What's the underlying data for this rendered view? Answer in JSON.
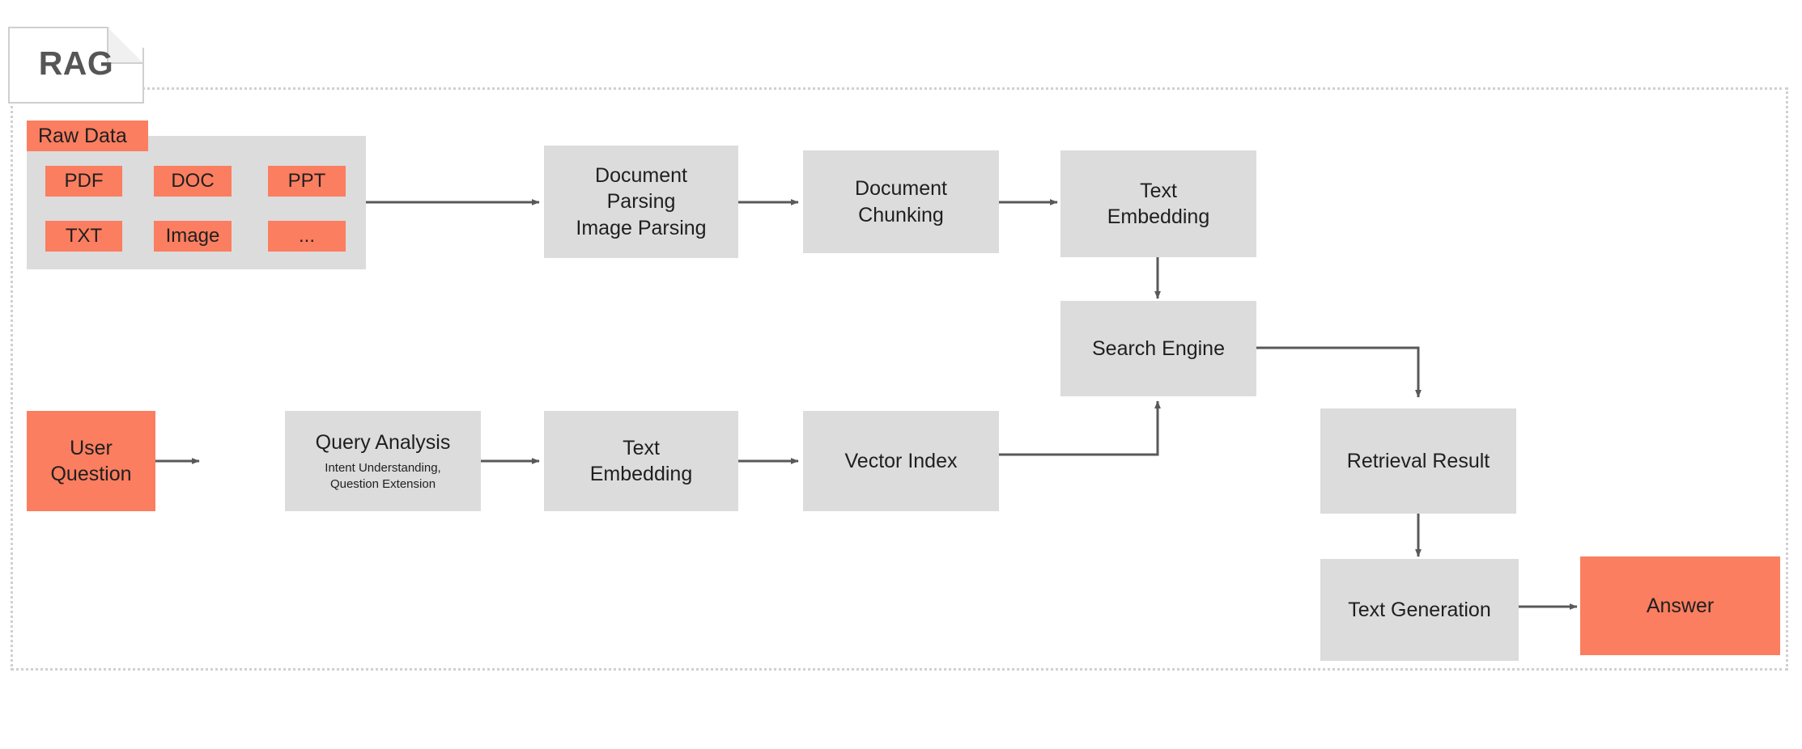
{
  "diagram": {
    "title": "RAG",
    "colors": {
      "accent_salmon": "#fb7e60",
      "node_gray": "#dcdcdc",
      "connector_gray": "#595959",
      "border_dotted": "#d0d0d0",
      "title_text": "#565656",
      "body_text": "#1f1f1f"
    },
    "raw_data": {
      "label": "Raw Data",
      "chips": [
        "PDF",
        "DOC",
        "PPT",
        "TXT",
        "Image",
        "..."
      ]
    },
    "nodes": {
      "document_parsing": {
        "line1": "Document",
        "line2": "Parsing",
        "line3": "Image Parsing"
      },
      "document_chunking": {
        "line1": "Document",
        "line2": "Chunking"
      },
      "text_embedding_top": {
        "line1": "Text",
        "line2": "Embedding"
      },
      "search_engine": {
        "label": "Search Engine"
      },
      "user_question": {
        "label": "User Question"
      },
      "query_analysis": {
        "label": "Query Analysis",
        "sub_line1": "Intent Understanding,",
        "sub_line2": "Question Extension"
      },
      "text_embedding_bottom": {
        "line1": "Text",
        "line2": "Embedding"
      },
      "vector_index": {
        "label": "Vector Index"
      },
      "retrieval_result": {
        "label": "Retrieval Result"
      },
      "text_generation": {
        "label": "Text Generation"
      },
      "answer": {
        "label": "Answer"
      }
    },
    "edges": [
      {
        "from": "raw-data-group",
        "to": "document-parsing"
      },
      {
        "from": "document-parsing",
        "to": "document-chunking"
      },
      {
        "from": "document-chunking",
        "to": "text-embedding-top"
      },
      {
        "from": "text-embedding-top",
        "to": "search-engine"
      },
      {
        "from": "search-engine",
        "to": "retrieval-result"
      },
      {
        "from": "user-question",
        "to": "query-analysis"
      },
      {
        "from": "query-analysis",
        "to": "text-embedding-bottom"
      },
      {
        "from": "text-embedding-bottom",
        "to": "vector-index"
      },
      {
        "from": "vector-index",
        "to": "search-engine"
      },
      {
        "from": "retrieval-result",
        "to": "text-generation"
      },
      {
        "from": "text-generation",
        "to": "answer"
      }
    ]
  }
}
